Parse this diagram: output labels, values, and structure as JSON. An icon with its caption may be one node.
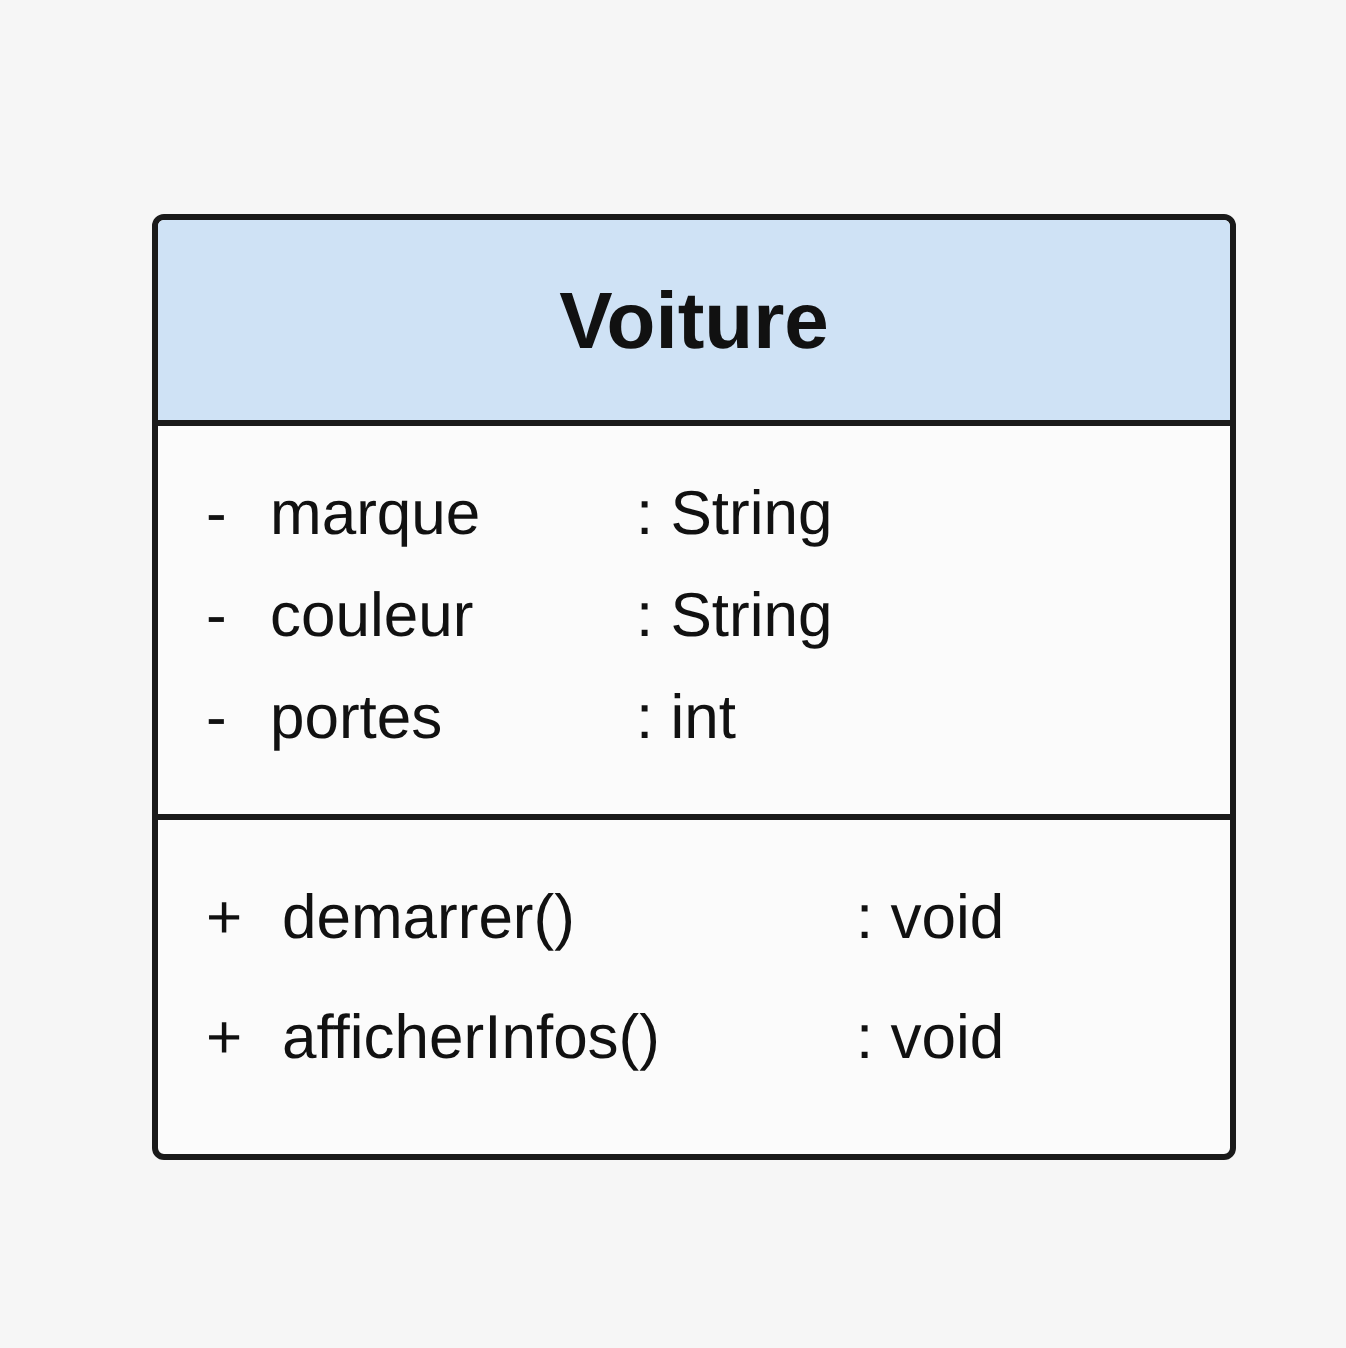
{
  "diagram": {
    "nodes": [
      {
        "text": [
          "Voiture",
          "- marque : String",
          "- couleur : String",
          "- portes : int",
          "+ demarrer() : void",
          "+ afficherInfos() : void"
        ]
      }
    ]
  }
}
